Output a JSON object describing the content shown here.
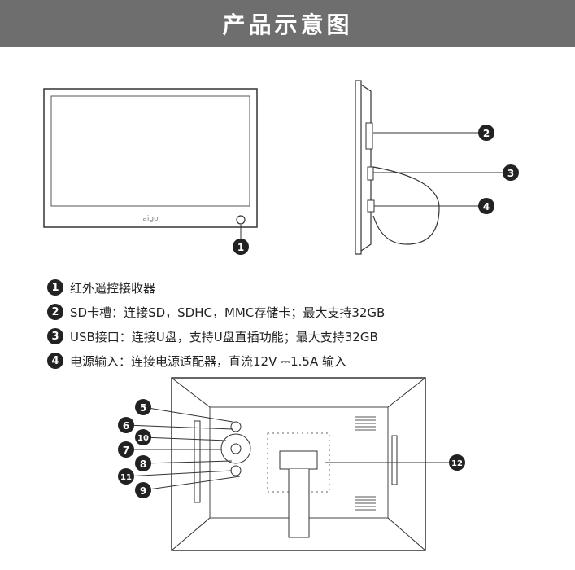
{
  "header": {
    "title": "产品示意图"
  },
  "accent_color": "#6e6e6e",
  "front_view": {
    "brand": "aigo"
  },
  "callouts": [
    "1",
    "2",
    "3",
    "4",
    "5",
    "6",
    "7",
    "8",
    "9",
    "10",
    "11",
    "12"
  ],
  "legend": [
    {
      "num": "1",
      "text": "红外遥控接收器"
    },
    {
      "num": "2",
      "text": "SD卡槽：连接SD，SDHC，MMC存储卡；最大支持32GB"
    },
    {
      "num": "3",
      "text": "USB接口：连接U盘，支持U盘直插功能；最大支持32GB"
    },
    {
      "num": "4",
      "text": "电源输入：连接电源适配器，直流12V ⎓1.5A 输入"
    }
  ]
}
